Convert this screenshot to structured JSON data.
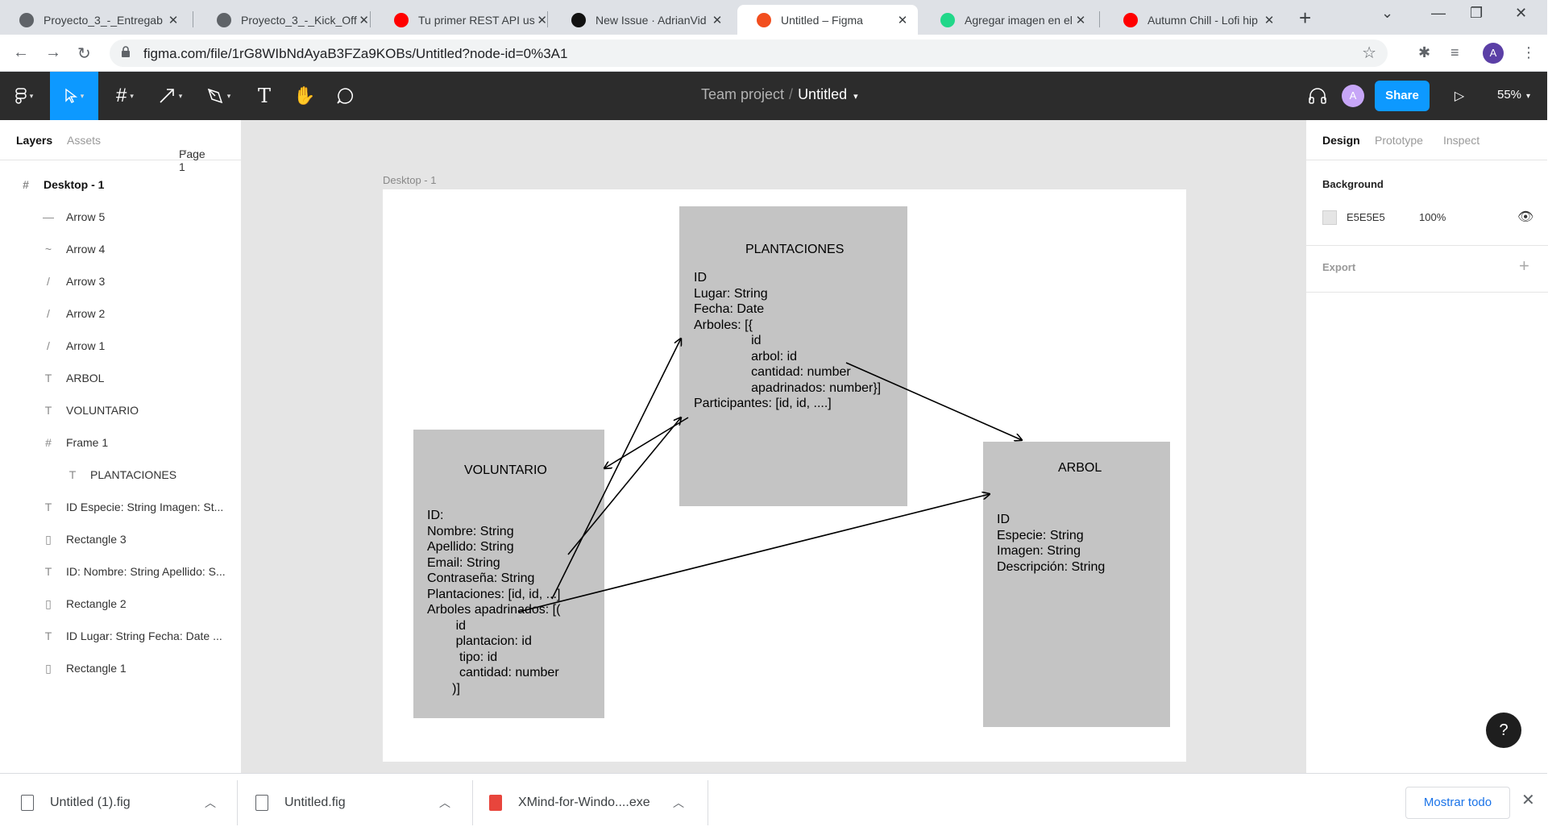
{
  "browser": {
    "tabs": [
      {
        "title": "Proyecto_3_-_Entregab",
        "icon": "chrome-icon",
        "active": false
      },
      {
        "title": "Proyecto_3_-_Kick_Off",
        "icon": "chrome-icon",
        "active": false
      },
      {
        "title": "Tu primer REST API us",
        "icon": "youtube-icon",
        "active": false
      },
      {
        "title": "New Issue · AdrianVid",
        "icon": "github-icon",
        "active": false
      },
      {
        "title": "Untitled – Figma",
        "icon": "figma-icon",
        "active": true
      },
      {
        "title": "Agregar imagen en el",
        "icon": "pycharm-icon",
        "active": false
      },
      {
        "title": "Autumn Chill - Lofi hip",
        "icon": "youtube-icon",
        "active": false
      }
    ],
    "url": "figma.com/file/1rG8WIbNdAyaB3FZa9KOBs/Untitled?node-id=0%3A1",
    "profile_initial": "A"
  },
  "figma": {
    "breadcrumb_project": "Team project",
    "breadcrumb_separator": "/",
    "file_name": "Untitled",
    "avatar_initial": "A",
    "share_label": "Share",
    "zoom": "55%"
  },
  "left_panel": {
    "tab_layers": "Layers",
    "tab_assets": "Assets",
    "page": "Page 1",
    "layers": [
      {
        "name": "Desktop - 1",
        "icon": "#",
        "indent": 0,
        "frame": true
      },
      {
        "name": "Arrow 5",
        "icon": "—",
        "indent": 1
      },
      {
        "name": "Arrow 4",
        "icon": "~",
        "indent": 1
      },
      {
        "name": "Arrow 3",
        "icon": "/",
        "indent": 1
      },
      {
        "name": "Arrow 2",
        "icon": "/",
        "indent": 1
      },
      {
        "name": "Arrow 1",
        "icon": "/",
        "indent": 1
      },
      {
        "name": "ARBOL",
        "icon": "T",
        "indent": 1
      },
      {
        "name": "VOLUNTARIO",
        "icon": "T",
        "indent": 1
      },
      {
        "name": "Frame 1",
        "icon": "#",
        "indent": 1
      },
      {
        "name": "PLANTACIONES",
        "icon": "T",
        "indent": 2
      },
      {
        "name": "ID Especie: String Imagen: St...",
        "icon": "T",
        "indent": 1
      },
      {
        "name": "Rectangle 3",
        "icon": "▯",
        "indent": 1
      },
      {
        "name": "ID: Nombre: String Apellido: S...",
        "icon": "T",
        "indent": 1
      },
      {
        "name": "Rectangle 2",
        "icon": "▯",
        "indent": 1
      },
      {
        "name": "ID Lugar: String Fecha: Date ...",
        "icon": "T",
        "indent": 1
      },
      {
        "name": "Rectangle 1",
        "icon": "▯",
        "indent": 1
      }
    ]
  },
  "canvas": {
    "frame_label": "Desktop - 1",
    "plantaciones": {
      "title": "PLANTACIONES",
      "body": "ID\nLugar: String\nFecha: Date\nArboles: [{\n                id\n                arbol: id\n                cantidad: number\n                apadrinados: number}]\nParticipantes: [id, id, ....]"
    },
    "voluntario": {
      "title": "VOLUNTARIO",
      "body": "ID:\nNombre: String\nApellido: String\nEmail: String\nContraseña: String\nPlantaciones: [id, id, ...]\nArboles apadrinados: [(\n        id\n        plantacion: id\n         tipo: id\n         cantidad: number\n       )]"
    },
    "arbol": {
      "title": "ARBOL",
      "body": "ID\nEspecie: String\nImagen: String\nDescripción: String"
    }
  },
  "right_panel": {
    "tab_design": "Design",
    "tab_prototype": "Prototype",
    "tab_inspect": "Inspect",
    "background_label": "Background",
    "background_hex": "E5E5E5",
    "background_opacity": "100%",
    "export_label": "Export"
  },
  "downloads": {
    "items": [
      "Untitled (1).fig",
      "Untitled.fig",
      "XMind-for-Windo....exe"
    ],
    "show_all": "Mostrar todo"
  }
}
